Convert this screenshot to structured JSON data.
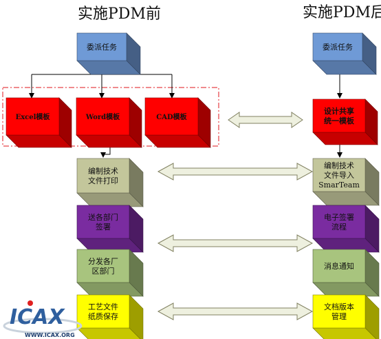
{
  "titles": {
    "before": "实施PDM前",
    "after": "实施PDM后"
  },
  "colors": {
    "blue": "#6f9ad6",
    "red": "#ff0000",
    "olive": "#c3c69b",
    "purple": "#7a2ca0",
    "green": "#a8c47e",
    "yellow": "#ffff00",
    "dash_frame": "#e0151b"
  },
  "before": {
    "assign_task": "委派任务",
    "templates": [
      "Excel模板",
      "Word模板",
      "CAD模板"
    ],
    "steps": [
      "编制技术文件打印",
      "送各部门签署",
      "分发各厂区部门",
      "工艺文件纸质保存"
    ]
  },
  "after": {
    "steps": [
      "委派任务",
      "设计共享统一模板",
      "编制技术文件导入SmarTeam",
      "电子签署流程",
      "消息通知",
      "文档版本管理"
    ]
  },
  "logo": {
    "brand": "ICAX",
    "url": "WWW.ICAX.ORG"
  }
}
